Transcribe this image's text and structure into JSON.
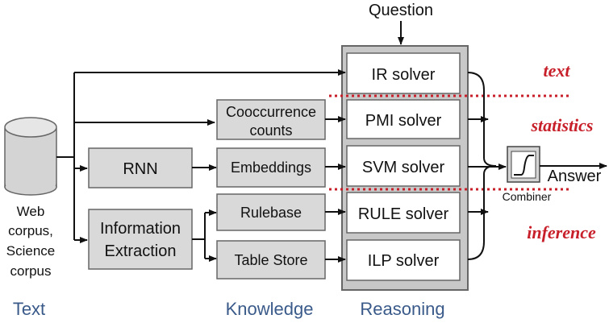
{
  "question": "Question",
  "answer": "Answer",
  "combiner": "Combiner",
  "source": {
    "lines": [
      "Web",
      "corpus,",
      "Science",
      "corpus"
    ]
  },
  "text_stage": {
    "rnn": "RNN",
    "ie_lines": [
      "Information",
      "Extraction"
    ]
  },
  "knowledge": {
    "cooccurrence_lines": [
      "Cooccurrence",
      "counts"
    ],
    "embeddings": "Embeddings",
    "rulebase": "Rulebase",
    "table_store": "Table Store"
  },
  "solvers": [
    "IR solver",
    "PMI solver",
    "SVM solver",
    "RULE solver",
    "ILP solver"
  ],
  "layer_labels": [
    "text",
    "statistics",
    "inference"
  ],
  "column_labels": [
    "Text",
    "Knowledge",
    "Reasoning"
  ],
  "colors": {
    "box_fill": "#d9d9d9",
    "panel_fill": "#c8c8c8",
    "accent_red": "#c8202a",
    "column_blue": "#3a5a8a"
  }
}
